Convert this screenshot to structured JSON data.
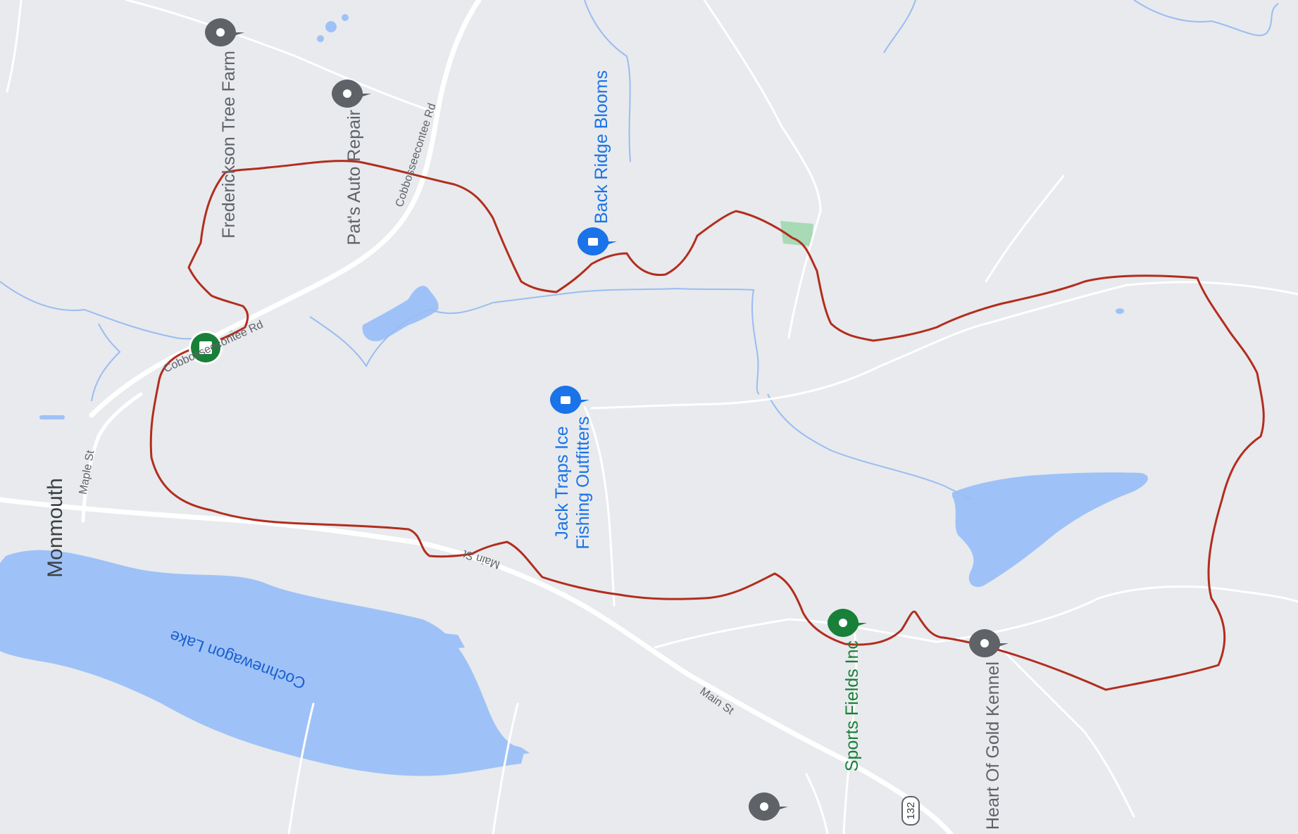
{
  "map": {
    "colors": {
      "land": "#e8eaed",
      "water": "#9ec2f7",
      "stream": "#9bbcf2",
      "road": "#ffffff",
      "route": "#b22d1e",
      "park": "#a8dab5",
      "poi_grey": "#5f6368",
      "poi_blue": "#1a73e8",
      "poi_green": "#188038",
      "start_marker": "#188038"
    },
    "places": {
      "town": "Monmouth",
      "lake": "Cochnewagon Lake"
    },
    "roads": {
      "cobbosseecontee_upper": "Cobbosseecontee Rd",
      "cobbosseecontee_lower": "Cobbosseecontee Rd",
      "maple": "Maple St",
      "main_west": "Main St",
      "main_east": "Main St",
      "route_shield": "132"
    },
    "pois": [
      {
        "name": "Frederickson Tree Farm",
        "category": "grey",
        "icon": "location-pin-icon"
      },
      {
        "name": "Pat's Auto Repair",
        "category": "grey",
        "icon": "location-pin-icon"
      },
      {
        "name": "Back Ridge Blooms",
        "category": "blue",
        "icon": "shopping-bag-icon"
      },
      {
        "name": "Jack Traps Ice Fishing Outfitters",
        "category": "blue",
        "icon": "shopping-bag-icon"
      },
      {
        "name": "Sports Fields Inc",
        "category": "green",
        "icon": "location-pin-icon"
      },
      {
        "name": "Heart Of Gold Kennel",
        "category": "grey",
        "icon": "location-pin-icon"
      }
    ],
    "route": {
      "type": "loop",
      "start_marker_icon": "stop-square-icon"
    }
  }
}
